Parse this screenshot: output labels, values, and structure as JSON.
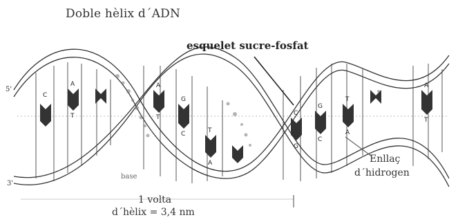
{
  "title": "Doble hèlix d´ADN",
  "labels": {
    "backbone": "esquelet sucre-fosfat",
    "hbond_line1": "Enllaç",
    "hbond_line2": "d´hidrogen",
    "base": "base",
    "turn_line1": "1 volta",
    "turn_line2": "d´hèlix = 3,4 nm",
    "end5": "5'",
    "end3": "3'"
  },
  "base_pairs": [
    {
      "top": "C",
      "bottom": ""
    },
    {
      "top": "A",
      "bottom": "T"
    },
    {
      "top": "A",
      "bottom": "T"
    },
    {
      "top": "G",
      "bottom": "C"
    },
    {
      "top": "T",
      "bottom": "A"
    },
    {
      "top": "C",
      "bottom": "G"
    },
    {
      "top": "G",
      "bottom": "C"
    },
    {
      "top": "T",
      "bottom": "A"
    },
    {
      "top": "A",
      "bottom": "T"
    }
  ]
}
